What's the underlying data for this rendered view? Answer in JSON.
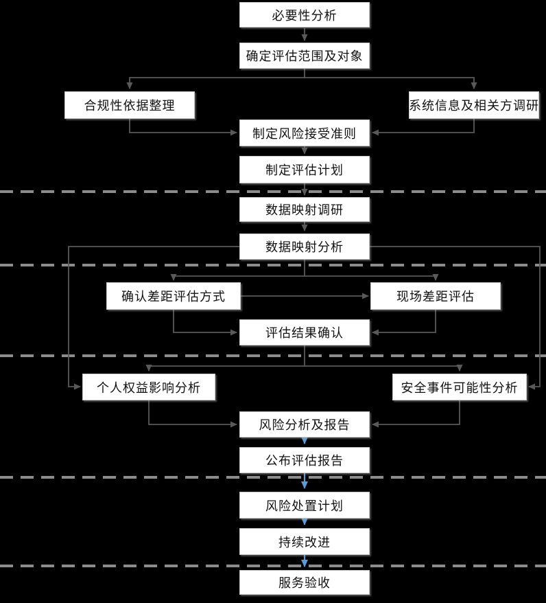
{
  "diagram": {
    "type": "flowchart",
    "nodes": [
      {
        "id": "necessity-analysis",
        "label": "必要性分析"
      },
      {
        "id": "define-scope-and-objects",
        "label": "确定评估范围及对象"
      },
      {
        "id": "compliance-basis-collation",
        "label": "合规性依据整理"
      },
      {
        "id": "system-info-stakeholder-research",
        "label": "系统信息及相关方调研"
      },
      {
        "id": "risk-acceptance-criteria",
        "label": "制定风险接受准则"
      },
      {
        "id": "assessment-plan",
        "label": "制定评估计划"
      },
      {
        "id": "data-mapping-research",
        "label": "数据映射调研"
      },
      {
        "id": "data-mapping-analysis",
        "label": "数据映射分析"
      },
      {
        "id": "confirm-gap-assessment-method",
        "label": "确认差距评估方式"
      },
      {
        "id": "onsite-gap-assessment",
        "label": "现场差距评估"
      },
      {
        "id": "assessment-result-confirmation",
        "label": "评估结果确认"
      },
      {
        "id": "personal-rights-impact-analysis",
        "label": "个人权益影响分析"
      },
      {
        "id": "security-incident-likelihood-analysis",
        "label": "安全事件可能性分析"
      },
      {
        "id": "risk-analysis-and-report",
        "label": "风险分析及报告"
      },
      {
        "id": "publish-assessment-report",
        "label": "公布评估报告"
      },
      {
        "id": "risk-treatment-plan",
        "label": "风险处置计划"
      },
      {
        "id": "continuous-improvement",
        "label": "持续改进"
      },
      {
        "id": "service-acceptance",
        "label": "服务验收"
      }
    ],
    "colors": {
      "background": "#000000",
      "box_fill": "#ffffff",
      "box_border": "#c8c8c8",
      "text": "#111111",
      "arrow_gray": "#595959",
      "arrow_blue": "#5b9bd5",
      "dashed_line": "#8c8c8c"
    }
  }
}
